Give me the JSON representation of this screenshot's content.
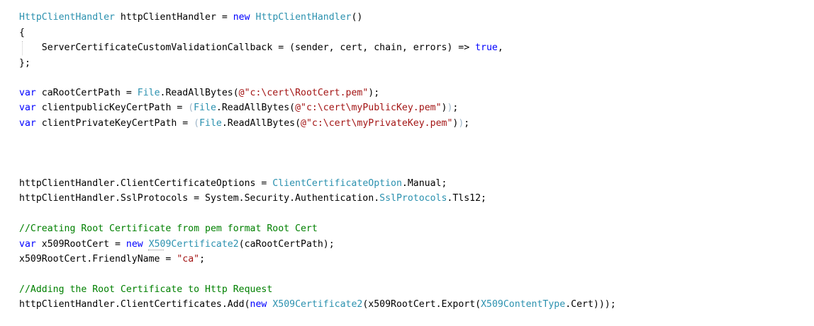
{
  "editor": {
    "background": "#ffffff",
    "colors": {
      "keyword": "#0000ff",
      "type": "#2b91af",
      "string": "#a31515",
      "comment": "#008000",
      "plain": "#000000",
      "dimmed_paren": "#9fb6c9"
    },
    "lines": [
      {
        "id": "line-1",
        "tokens": [
          {
            "t": "HttpClientHandler",
            "c": "ty"
          },
          {
            "t": " httpClientHandler = ",
            "c": "pl"
          },
          {
            "t": "new",
            "c": "kw"
          },
          {
            "t": " ",
            "c": "pl"
          },
          {
            "t": "HttpClientHandler",
            "c": "ty"
          },
          {
            "t": "()",
            "c": "pl"
          }
        ]
      },
      {
        "id": "line-2",
        "tokens": [
          {
            "t": "{",
            "c": "pl"
          }
        ]
      },
      {
        "id": "line-3",
        "tokens": [
          {
            "t": "    ServerCertificateCustomValidationCallback = (sender, cert, chain, errors) => ",
            "c": "pl"
          },
          {
            "t": "true",
            "c": "kw"
          },
          {
            "t": ",",
            "c": "pl"
          }
        ]
      },
      {
        "id": "line-4",
        "tokens": [
          {
            "t": "};",
            "c": "pl"
          }
        ]
      },
      {
        "id": "line-6",
        "tokens": [
          {
            "t": "var",
            "c": "kw"
          },
          {
            "t": " caRootCertPath = ",
            "c": "pl"
          },
          {
            "t": "File",
            "c": "ty"
          },
          {
            "t": ".ReadAllBytes(",
            "c": "pl"
          },
          {
            "t": "@\"c:\\cert\\RootCert.pem\"",
            "c": "str"
          },
          {
            "t": ");",
            "c": "pl"
          }
        ]
      },
      {
        "id": "line-7",
        "tokens": [
          {
            "t": "var",
            "c": "kw"
          },
          {
            "t": " clientpublicKeyCertPath = ",
            "c": "pl"
          },
          {
            "t": "(",
            "c": "dim"
          },
          {
            "t": "File",
            "c": "ty"
          },
          {
            "t": ".ReadAllBytes(",
            "c": "pl"
          },
          {
            "t": "@\"c:\\cert\\myPublicKey.pem\"",
            "c": "str"
          },
          {
            "t": ")",
            "c": "pl"
          },
          {
            "t": ")",
            "c": "dim"
          },
          {
            "t": ";",
            "c": "pl"
          }
        ]
      },
      {
        "id": "line-8",
        "tokens": [
          {
            "t": "var",
            "c": "kw"
          },
          {
            "t": " clientPrivateKeyCertPath = ",
            "c": "pl"
          },
          {
            "t": "(",
            "c": "dim"
          },
          {
            "t": "File",
            "c": "ty"
          },
          {
            "t": ".ReadAllBytes(",
            "c": "pl"
          },
          {
            "t": "@\"c:\\cert\\myPrivateKey.pem\"",
            "c": "str"
          },
          {
            "t": ")",
            "c": "pl"
          },
          {
            "t": ")",
            "c": "dim"
          },
          {
            "t": ";",
            "c": "pl"
          }
        ]
      },
      {
        "id": "line-12",
        "tokens": [
          {
            "t": "httpClientHandler.ClientCertificateOptions = ",
            "c": "pl"
          },
          {
            "t": "ClientCertificateOption",
            "c": "ty"
          },
          {
            "t": ".Manual;",
            "c": "pl"
          }
        ]
      },
      {
        "id": "line-13",
        "tokens": [
          {
            "t": "httpClientHandler.SslProtocols = System.Security.Authentication.",
            "c": "pl"
          },
          {
            "t": "SslProtocols",
            "c": "ty"
          },
          {
            "t": ".Tls12;",
            "c": "pl"
          }
        ]
      },
      {
        "id": "line-15",
        "tokens": [
          {
            "t": "//Creating Root Certificate from pem format Root Cert",
            "c": "cm"
          }
        ]
      },
      {
        "id": "line-16",
        "tokens": [
          {
            "t": "var",
            "c": "kw"
          },
          {
            "t": " x509RootCert = ",
            "c": "pl"
          },
          {
            "t": "new",
            "c": "kw"
          },
          {
            "t": " ",
            "c": "pl"
          },
          {
            "t": "X509Certificate2",
            "c": "ty"
          },
          {
            "t": "(caRootCertPath);",
            "c": "pl"
          }
        ]
      },
      {
        "id": "line-17",
        "tokens": [
          {
            "t": "x509RootCert.FriendlyName = ",
            "c": "pl"
          },
          {
            "t": "\"ca\"",
            "c": "str"
          },
          {
            "t": ";",
            "c": "pl"
          }
        ]
      },
      {
        "id": "line-19",
        "tokens": [
          {
            "t": "//Adding the Root Certificate to Http Request",
            "c": "cm"
          }
        ]
      },
      {
        "id": "line-20",
        "tokens": [
          {
            "t": "httpClientHandler.ClientCertificates.Add(",
            "c": "pl"
          },
          {
            "t": "new",
            "c": "kw"
          },
          {
            "t": " ",
            "c": "pl"
          },
          {
            "t": "X509Certificate2",
            "c": "ty"
          },
          {
            "t": "(x509RootCert.Export(",
            "c": "pl"
          },
          {
            "t": "X509ContentType",
            "c": "ty"
          },
          {
            "t": ".Cert)));",
            "c": "pl"
          }
        ]
      }
    ]
  }
}
